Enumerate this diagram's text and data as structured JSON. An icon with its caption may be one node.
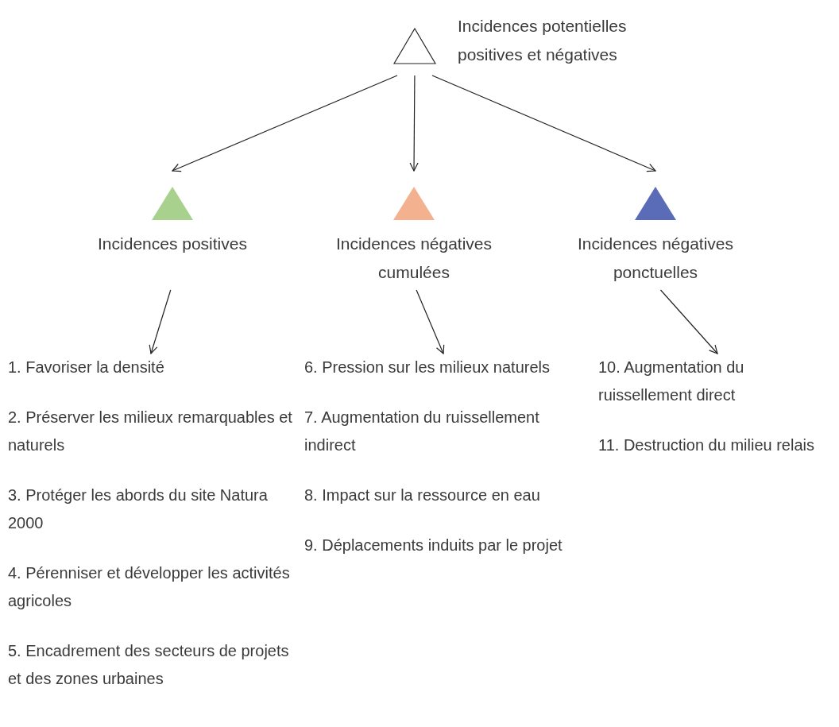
{
  "diagram": {
    "nodes": [
      {
        "text": [],
        "shape": "triangle",
        "beside": [
          "Incidences potentielles positives et négatives"
        ]
      },
      {
        "text": [
          "Incidences positives"
        ]
      },
      {
        "text": [
          "Incidences négatives cumulées"
        ]
      },
      {
        "text": [
          "Incidences négatives ponctuelles"
        ]
      },
      {
        "text": [
          "1. Favoriser la densité",
          "2. Préserver les milieux remarquables et naturels",
          "3. Protéger les abords du site Natura 2000",
          "4. Pérenniser et développer les activités agricoles",
          "5. Encadrement des secteurs de projets et des zones urbaines"
        ]
      },
      {
        "text": [
          "6. Pression sur les milieux naturels",
          "7. Augmentation du ruissellement indirect",
          "8. Impact sur la ressource en eau",
          "9. Déplacements induits par le projet"
        ]
      },
      {
        "text": [
          "10. Augmentation du ruissellement direct",
          "11. Destruction du milieu relais"
        ]
      }
    ],
    "edges": [
      {
        "from": 0,
        "to": 1,
        "arrow": "to"
      },
      {
        "from": 0,
        "to": 2,
        "arrow": "to"
      },
      {
        "from": 0,
        "to": 3,
        "arrow": "to"
      },
      {
        "from": 1,
        "to": 4,
        "arrow": "to"
      },
      {
        "from": 2,
        "to": 5,
        "arrow": "to"
      },
      {
        "from": 3,
        "to": 6,
        "arrow": "to"
      }
    ]
  }
}
